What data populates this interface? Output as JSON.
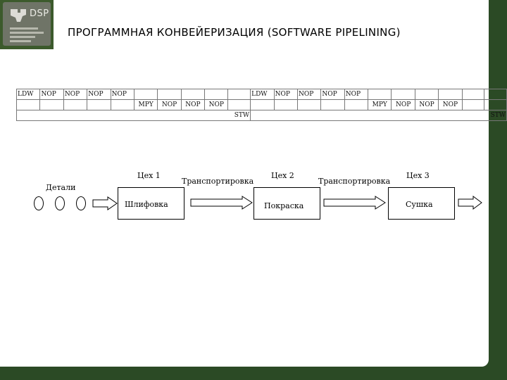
{
  "slide": {
    "title": "ПРОГРАММНАЯ КОНВЕЙЕРИЗАЦИЯ (SOFTWARE PIPELINING)",
    "logo_text": "DSP",
    "colors": {
      "frame": "#2b4a25",
      "panel": "#ffffff",
      "grid": "#777777"
    }
  },
  "pipeline_table": {
    "row1": [
      "LDW",
      "NOP",
      "NOP",
      "NOP",
      "NOP",
      "",
      "",
      "",
      "",
      "",
      "LDW",
      "NOP",
      "NOP",
      "NOP",
      "NOP",
      "",
      "",
      "",
      "",
      "",
      ""
    ],
    "row2": [
      "",
      "",
      "",
      "",
      "",
      "MPY",
      "NOP",
      "NOP",
      "NOP",
      "",
      "",
      "",
      "",
      "",
      "",
      "MPY",
      "NOP",
      "NOP",
      "NOP",
      "",
      ""
    ],
    "row3_left_label": "STW",
    "row3_right_label": "STW"
  },
  "process": {
    "parts_label": "Детали",
    "transport_label": "Транспортировка",
    "workshops": [
      {
        "shop": "Цех 1",
        "operation": "Шлифовка"
      },
      {
        "shop": "Цех 2",
        "operation": "Покраска"
      },
      {
        "shop": "Цех 3",
        "operation": "Сушка"
      }
    ]
  }
}
